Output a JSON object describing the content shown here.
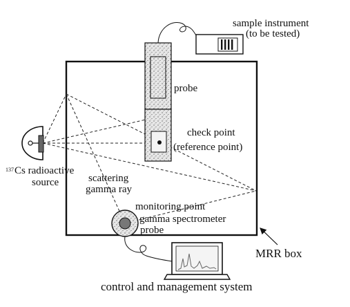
{
  "labels": {
    "sample_instrument_line1": "sample instrument",
    "sample_instrument_line2": "(to be tested)",
    "probe": "probe",
    "check_point_line1": "check point",
    "check_point_line2": "(reference point)",
    "source_superscript": "137",
    "source_line1": "Cs radioactive",
    "source_line2": "source",
    "scattering_line1": "scattering",
    "scattering_line2": "gamma ray",
    "monitoring_point": "monitoring point",
    "spectrometer_line1": "gamma spectrometer",
    "spectrometer_line2": "probe",
    "mrr_box": "MRR box",
    "control_system": "control and management system"
  },
  "colors": {
    "line": "#111111",
    "probe_fill": "#e6e6e6",
    "screen_fill": "#f4f4f4",
    "trace": "#666666"
  }
}
